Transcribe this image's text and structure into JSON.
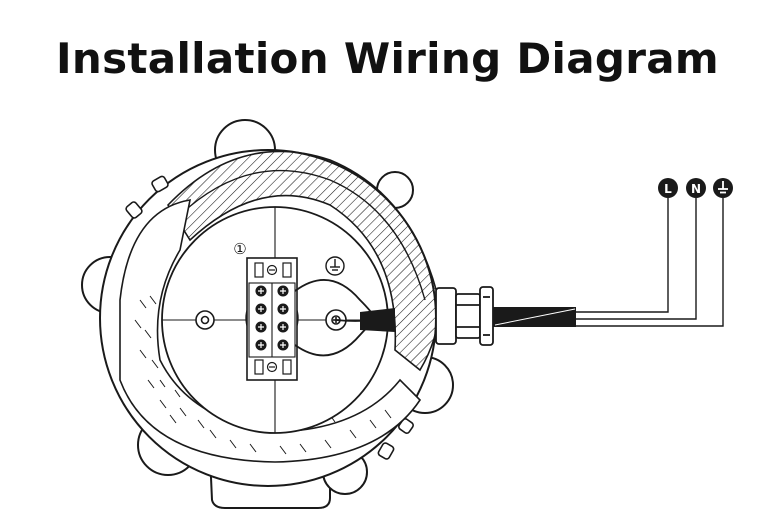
{
  "page": {
    "title": "Installation Wiring Diagram"
  },
  "diagram": {
    "callout_number": "①",
    "terminal_labels": [
      {
        "id": "L",
        "label": "L"
      },
      {
        "id": "N",
        "label": "N"
      },
      {
        "id": "PE",
        "icon": "ground-icon"
      }
    ],
    "housing_ground_icon": "ground-icon",
    "colors": {
      "ink": "#1a1a1a",
      "background": "#ffffff"
    }
  }
}
